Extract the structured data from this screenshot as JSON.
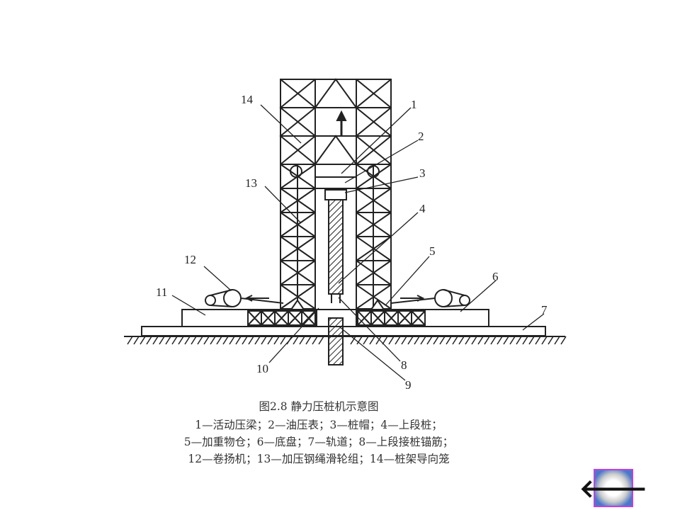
{
  "diagram": {
    "labels": {
      "l1": "1",
      "l2": "2",
      "l3": "3",
      "l4": "4",
      "l5": "5",
      "l6": "6",
      "l7": "7",
      "l8": "8",
      "l9": "9",
      "l10": "10",
      "l11": "11",
      "l12": "12",
      "l13": "13",
      "l14": "14"
    }
  },
  "caption": {
    "title": "图2.8 静力压桩机示意图",
    "line1": "1—活动压梁；2—油压表；3—桩帽；4—上段桩；",
    "line2": "5—加重物仓；6—底盘；7—轨道；8—上段接桩锚筋；",
    "line3": "12—卷扬机；13—加压钢绳滑轮组；14—桩架导向笼"
  },
  "nav": {
    "back_icon": "arrow-left-icon",
    "back_glyph": "🡐"
  }
}
